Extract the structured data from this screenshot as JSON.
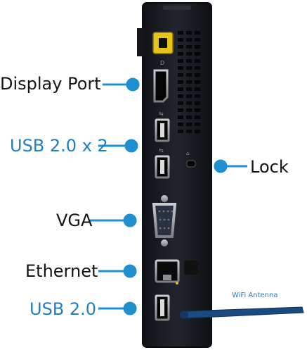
{
  "labels": {
    "display_port": "Display Port",
    "usb_2_x2": "USB 2.0 x 2",
    "lock": "Lock",
    "vga": "VGA",
    "ethernet": "Ethernet",
    "usb_2": "USB 2.0",
    "wifi_antenna": "WiFi Antenna"
  },
  "colors": {
    "accent_blue": "#1f7fbf",
    "label_dark": "#141414",
    "chassis": "#1b1d24",
    "port_metal": "#9a9ea3"
  }
}
